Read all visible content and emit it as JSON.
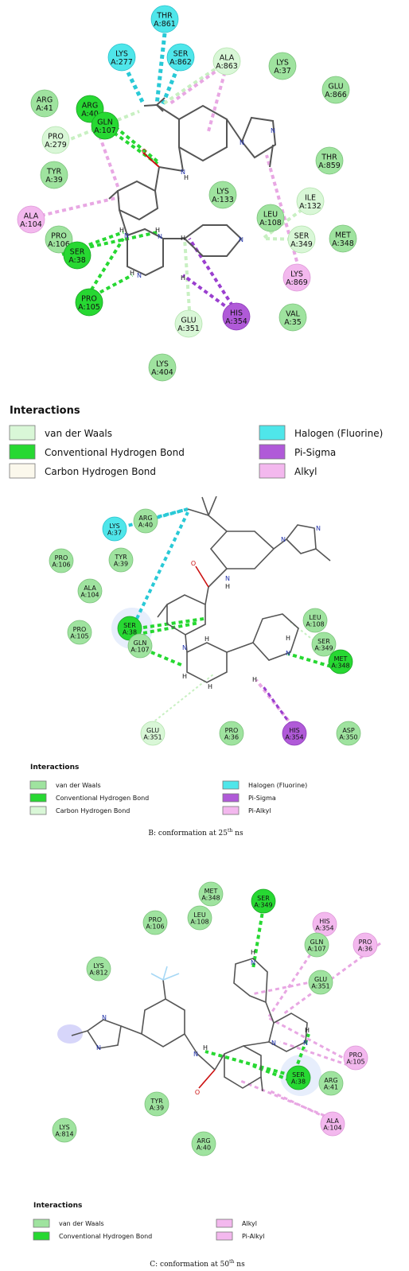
{
  "colors": {
    "van_der_waals": "#9fe39f",
    "conventional_hbond": "#27d832",
    "carbon_hbond": "#d9f7d7",
    "halogen": "#4fe6ea",
    "pi_sigma": "#b05ad8",
    "alkyl": "#f3b8ee",
    "pi_alkyl": "#f3b8ee",
    "bond": "#555555",
    "nitrogen": "#2233aa",
    "oxygen": "#cc1111"
  },
  "panelA": {
    "residues": [
      {
        "id": "thr861",
        "l1": "THR",
        "l2": "A:861",
        "type": "halogen"
      },
      {
        "id": "lys277",
        "l1": "LYS",
        "l2": "A:277",
        "type": "halogen"
      },
      {
        "id": "ser862",
        "l1": "SER",
        "l2": "A:862",
        "type": "halogen"
      },
      {
        "id": "ala863",
        "l1": "ALA",
        "l2": "A:863",
        "type": "carbon_hbond"
      },
      {
        "id": "lys37",
        "l1": "LYS",
        "l2": "A:37",
        "type": "van_der_waals"
      },
      {
        "id": "glu866",
        "l1": "GLU",
        "l2": "A:866",
        "type": "van_der_waals"
      },
      {
        "id": "arg41",
        "l1": "ARG",
        "l2": "A:41",
        "type": "van_der_waals"
      },
      {
        "id": "arg40",
        "l1": "ARG",
        "l2": "A:40",
        "type": "conventional_hbond"
      },
      {
        "id": "pro279",
        "l1": "PRO",
        "l2": "A:279",
        "type": "carbon_hbond"
      },
      {
        "id": "gln107",
        "l1": "GLN",
        "l2": "A:107",
        "type": "conventional_hbond"
      },
      {
        "id": "thr859",
        "l1": "THR",
        "l2": "A:859",
        "type": "van_der_waals"
      },
      {
        "id": "tyr39",
        "l1": "TYR",
        "l2": "A:39",
        "type": "van_der_waals"
      },
      {
        "id": "lys133",
        "l1": "LYS",
        "l2": "A:133",
        "type": "van_der_waals"
      },
      {
        "id": "ile132",
        "l1": "ILE",
        "l2": "A:132",
        "type": "carbon_hbond"
      },
      {
        "id": "ala104",
        "l1": "ALA",
        "l2": "A:104",
        "type": "alkyl"
      },
      {
        "id": "leu108",
        "l1": "LEU",
        "l2": "A:108",
        "type": "van_der_waals"
      },
      {
        "id": "pro106",
        "l1": "PRO",
        "l2": "A:106",
        "type": "van_der_waals"
      },
      {
        "id": "ser349",
        "l1": "SER",
        "l2": "A:349",
        "type": "carbon_hbond"
      },
      {
        "id": "met348",
        "l1": "MET",
        "l2": "A:348",
        "type": "van_der_waals"
      },
      {
        "id": "ser38",
        "l1": "SER",
        "l2": "A:38",
        "type": "conventional_hbond"
      },
      {
        "id": "lys869",
        "l1": "LYS",
        "l2": "A:869",
        "type": "alkyl"
      },
      {
        "id": "pro105",
        "l1": "PRO",
        "l2": "A:105",
        "type": "conventional_hbond"
      },
      {
        "id": "glu351",
        "l1": "GLU",
        "l2": "A:351",
        "type": "carbon_hbond"
      },
      {
        "id": "his354",
        "l1": "HIS",
        "l2": "A:354",
        "type": "pi_sigma"
      },
      {
        "id": "val35",
        "l1": "VAL",
        "l2": "A:35",
        "type": "van_der_waals"
      },
      {
        "id": "lys404",
        "l1": "LYS",
        "l2": "A:404",
        "type": "van_der_waals"
      }
    ],
    "legend": {
      "title": "Interactions",
      "items": [
        {
          "label": "van der Waals",
          "type": "carbon_hbond"
        },
        {
          "label": "Conventional Hydrogen Bond",
          "type": "conventional_hbond"
        },
        {
          "label": "Carbon Hydrogen Bond",
          "type": "carbon_hbond_light"
        },
        {
          "label": "Halogen (Fluorine)",
          "type": "halogen"
        },
        {
          "label": "Pi-Sigma",
          "type": "pi_sigma"
        },
        {
          "label": "Alkyl",
          "type": "alkyl"
        }
      ]
    }
  },
  "panelB": {
    "residues": [
      {
        "id": "lys37",
        "l1": "LYS",
        "l2": "A:37",
        "type": "halogen"
      },
      {
        "id": "arg40",
        "l1": "ARG",
        "l2": "A:40",
        "type": "van_der_waals"
      },
      {
        "id": "pro106",
        "l1": "PRO",
        "l2": "A:106",
        "type": "van_der_waals"
      },
      {
        "id": "tyr39",
        "l1": "TYR",
        "l2": "A:39",
        "type": "van_der_waals"
      },
      {
        "id": "ala104",
        "l1": "ALA",
        "l2": "A:104",
        "type": "van_der_waals"
      },
      {
        "id": "pro105",
        "l1": "PRO",
        "l2": "A:105",
        "type": "van_der_waals"
      },
      {
        "id": "leu108",
        "l1": "LEU",
        "l2": "A:108",
        "type": "van_der_waals"
      },
      {
        "id": "ser349",
        "l1": "SER",
        "l2": "A:349",
        "type": "van_der_waals"
      },
      {
        "id": "ser38",
        "l1": "SER",
        "l2": "A:38",
        "type": "conventional_hbond"
      },
      {
        "id": "gln107",
        "l1": "GLN",
        "l2": "A:107",
        "type": "van_der_waals"
      },
      {
        "id": "met348",
        "l1": "MET",
        "l2": "A:348",
        "type": "conventional_hbond"
      },
      {
        "id": "glu351",
        "l1": "GLU",
        "l2": "A:351",
        "type": "carbon_hbond"
      },
      {
        "id": "pro36",
        "l1": "PRO",
        "l2": "A:36",
        "type": "van_der_waals"
      },
      {
        "id": "his354",
        "l1": "HIS",
        "l2": "A:354",
        "type": "pi_sigma"
      },
      {
        "id": "asp350",
        "l1": "ASP",
        "l2": "A:350",
        "type": "van_der_waals"
      }
    ],
    "legend": {
      "title": "Interactions",
      "items": [
        {
          "label": "van der Waals",
          "type": "van_der_waals"
        },
        {
          "label": "Conventional Hydrogen Bond",
          "type": "conventional_hbond"
        },
        {
          "label": "Carbon Hydrogen Bond",
          "type": "carbon_hbond"
        },
        {
          "label": "Halogen (Fluorine)",
          "type": "halogen"
        },
        {
          "label": "Pi-Sigma",
          "type": "pi_sigma"
        },
        {
          "label": "Pi-Alkyl",
          "type": "pi_alkyl"
        }
      ]
    },
    "caption_main": "B: conformation at 25",
    "caption_sup": "th",
    "caption_end": " ns"
  },
  "panelC": {
    "residues": [
      {
        "id": "met348",
        "l1": "MET",
        "l2": "A:348",
        "type": "van_der_waals"
      },
      {
        "id": "ser349",
        "l1": "SER",
        "l2": "A:349",
        "type": "conventional_hbond"
      },
      {
        "id": "his354",
        "l1": "HIS",
        "l2": "A:354",
        "type": "alkyl"
      },
      {
        "id": "pro106",
        "l1": "PRO",
        "l2": "A:106",
        "type": "van_der_waals"
      },
      {
        "id": "leu108",
        "l1": "LEU",
        "l2": "A:108",
        "type": "van_der_waals"
      },
      {
        "id": "gln107",
        "l1": "GLN",
        "l2": "A:107",
        "type": "van_der_waals"
      },
      {
        "id": "pro36",
        "l1": "PRO",
        "l2": "A:36",
        "type": "alkyl"
      },
      {
        "id": "glu351",
        "l1": "GLU",
        "l2": "A:351",
        "type": "van_der_waals"
      },
      {
        "id": "lys812",
        "l1": "LYS",
        "l2": "A:812",
        "type": "van_der_waals"
      },
      {
        "id": "pro105",
        "l1": "PRO",
        "l2": "A:105",
        "type": "alkyl"
      },
      {
        "id": "ser38",
        "l1": "SER",
        "l2": "A:38",
        "type": "conventional_hbond"
      },
      {
        "id": "arg41",
        "l1": "ARG",
        "l2": "A:41",
        "type": "van_der_waals"
      },
      {
        "id": "tyr39",
        "l1": "TYR",
        "l2": "A:39",
        "type": "van_der_waals"
      },
      {
        "id": "ala104",
        "l1": "ALA",
        "l2": "A:104",
        "type": "alkyl"
      },
      {
        "id": "lys814",
        "l1": "LYS",
        "l2": "A:814",
        "type": "van_der_waals"
      },
      {
        "id": "arg40",
        "l1": "ARG",
        "l2": "A:40",
        "type": "van_der_waals"
      }
    ],
    "legend": {
      "title": "Interactions",
      "items": [
        {
          "label": "van der Waals",
          "type": "van_der_waals"
        },
        {
          "label": "Conventional Hydrogen Bond",
          "type": "conventional_hbond"
        },
        {
          "label": "Alkyl",
          "type": "alkyl"
        },
        {
          "label": "Pi-Alkyl",
          "type": "pi_alkyl"
        }
      ]
    },
    "caption_main": "C: conformation at 50",
    "caption_sup": "th",
    "caption_end": " ns"
  }
}
